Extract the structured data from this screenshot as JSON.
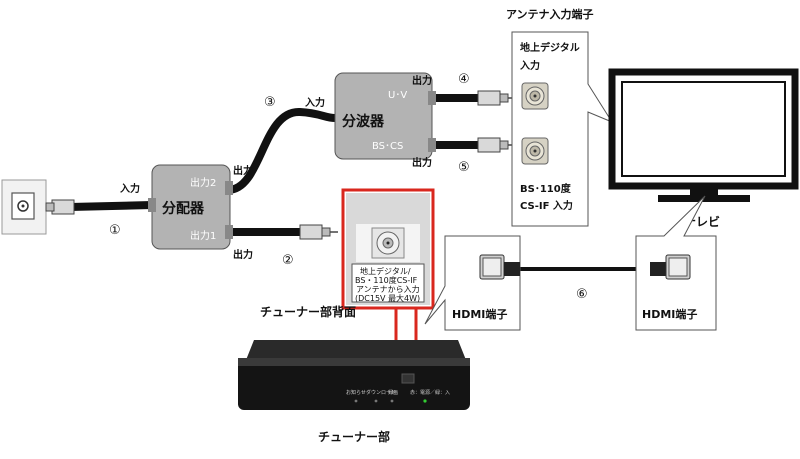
{
  "labels": {
    "antenna_input_terminal": "アンテナ入力端子",
    "terrestrial_input": "地上デジタル",
    "terrestrial_input_2": "入力",
    "bs_input": "BS･110度",
    "bs_input_2": "CS-IF 入力",
    "tv": "テレビ",
    "splitter": "分配器",
    "separator": "分波器",
    "input": "入力",
    "output": "出力",
    "output1": "出力1",
    "output2": "出力2",
    "uv": "U･V",
    "bscs": "BS･CS",
    "tuner_back": "チューナー部背面",
    "tuner": "チューナー部",
    "hdmi_left": "HDMI端子",
    "hdmi_right": "HDMI端子",
    "back_panel_line1": "地上デジタル/",
    "back_panel_line2": "BS・110度CS-IF",
    "back_panel_line3": "アンテナから入力",
    "back_panel_line4": "(DC15V 最大4W)"
  },
  "steps": [
    "①",
    "②",
    "③",
    "④",
    "⑤",
    "⑥"
  ],
  "tuner_front": {
    "notice": "お知らせ",
    "download": "ダウンロード",
    "record": "録画",
    "power": "赤：電源／緑：入"
  },
  "colors": {
    "highlight_red": "#d9271e",
    "device_gray": "#b3b3b3",
    "cable_black": "#111111"
  }
}
